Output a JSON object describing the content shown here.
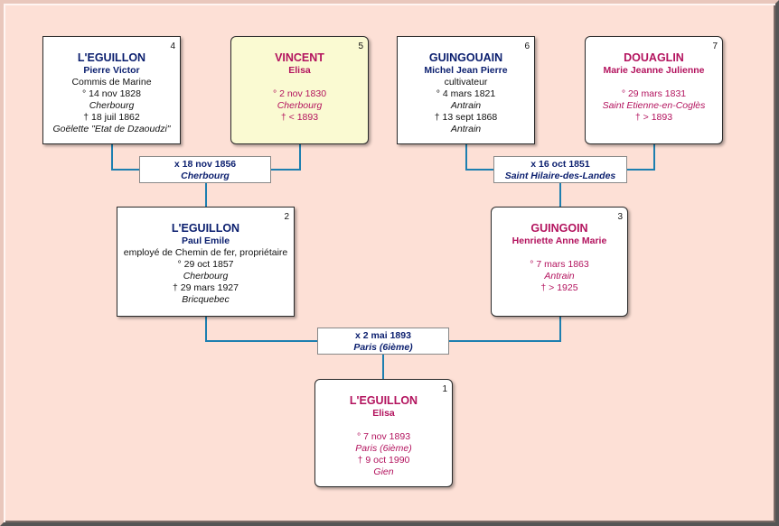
{
  "persons": {
    "p1": {
      "num": "1",
      "surname": "L'EGUILLON",
      "given": "Elisa",
      "occupation": "",
      "birth": "° 7 nov 1893",
      "birth_place": "Paris (6ième)",
      "death": "† 9 oct 1990",
      "death_place": "Gien",
      "sex": "female"
    },
    "p2": {
      "num": "2",
      "surname": "L'EGUILLON",
      "given": "Paul Emile",
      "occupation": "employé de Chemin de fer, propriétaire",
      "birth": "° 29 oct 1857",
      "birth_place": "Cherbourg",
      "death": "† 29 mars 1927",
      "death_place": "Bricquebec",
      "sex": "male"
    },
    "p3": {
      "num": "3",
      "surname": "GUINGOIN",
      "given": "Henriette Anne Marie",
      "occupation": "",
      "birth": "° 7 mars 1863",
      "birth_place": "Antrain",
      "death": "† > 1925",
      "death_place": "",
      "sex": "female"
    },
    "p4": {
      "num": "4",
      "surname": "L'EGUILLON",
      "given": "Pierre Victor",
      "occupation": "Commis de Marine",
      "birth": "° 14 nov 1828",
      "birth_place": "Cherbourg",
      "death": "† 18 juil 1862",
      "death_place": "Goëlette \"Etat de Dzaoudzi\"",
      "sex": "male"
    },
    "p5": {
      "num": "5",
      "surname": "VINCENT",
      "given": "Elisa",
      "occupation": "",
      "birth": "° 2 nov 1830",
      "birth_place": "Cherbourg",
      "death": "† < 1893",
      "death_place": "",
      "sex": "female"
    },
    "p6": {
      "num": "6",
      "surname": "GUINGOUAIN",
      "given": "Michel Jean Pierre",
      "occupation": "cultivateur",
      "birth": "° 4 mars 1821",
      "birth_place": "Antrain",
      "death": "† 13 sept 1868",
      "death_place": "Antrain",
      "sex": "male"
    },
    "p7": {
      "num": "7",
      "surname": "DOUAGLIN",
      "given": "Marie Jeanne Julienne",
      "occupation": "",
      "birth": "° 29 mars 1831",
      "birth_place": "Saint Etienne-en-Coglès",
      "death": "† > 1893",
      "death_place": "",
      "sex": "female"
    }
  },
  "marriages": {
    "m45": {
      "date": "x 18 nov 1856",
      "place": "Cherbourg"
    },
    "m67": {
      "date": "x 16 oct 1851",
      "place": "Saint Hilaire-des-Landes"
    },
    "m23": {
      "date": "x 2 mai 1893",
      "place": "Paris (6ième)"
    }
  },
  "colors": {
    "background": "#fde0d6",
    "male_text": "#0a1e6e",
    "female_text": "#b3135e",
    "link_line": "#1d7fb0",
    "highlight_box": "#fafad2"
  }
}
